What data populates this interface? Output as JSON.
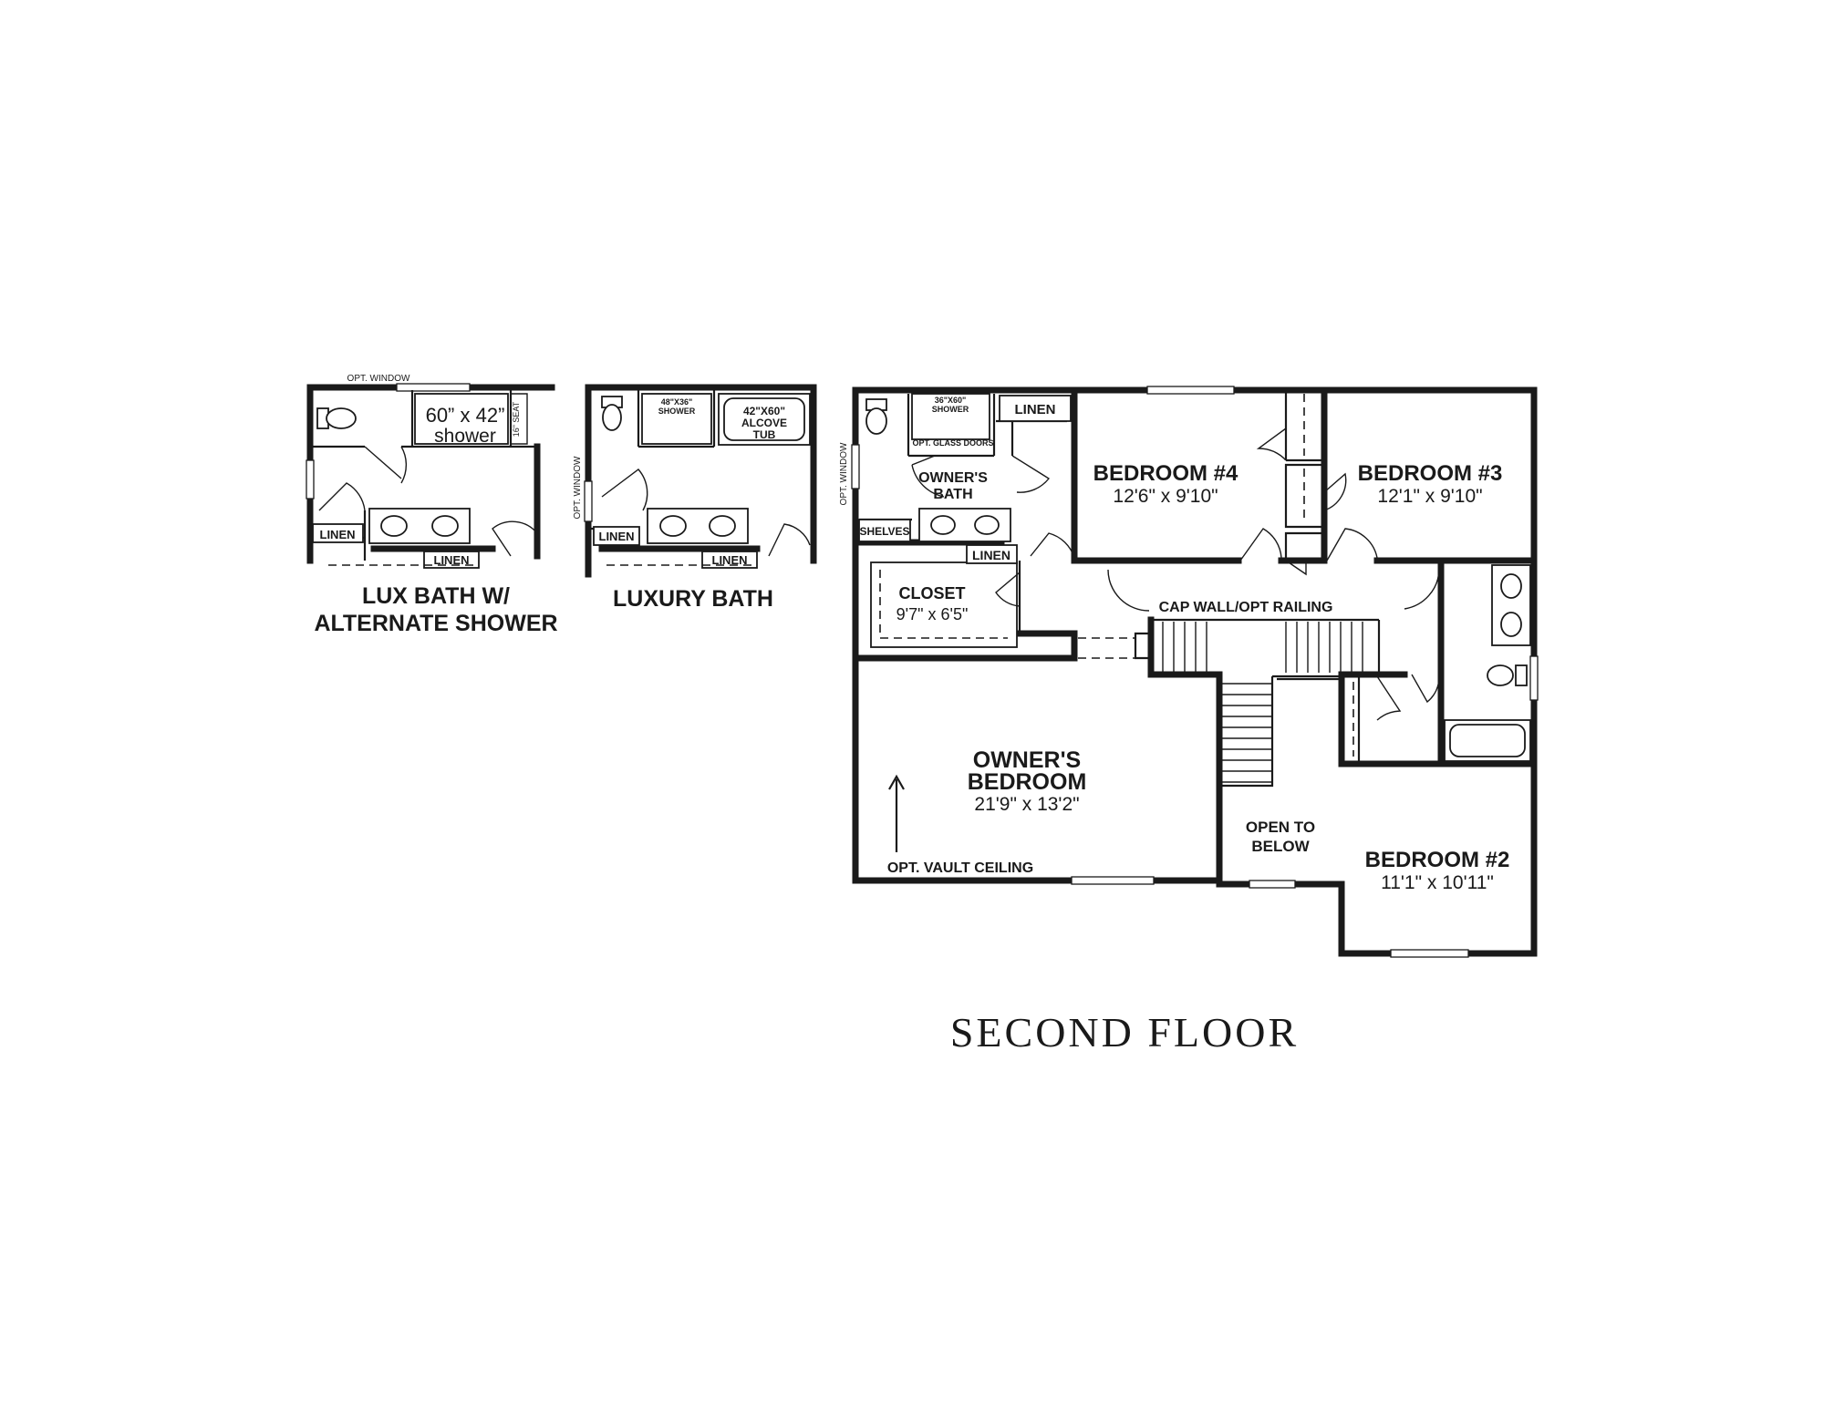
{
  "plan_title": "SECOND FLOOR",
  "options": {
    "lux_bath_alt": {
      "title_line1": "LUX BATH W/",
      "title_line2": "ALTERNATE SHOWER",
      "opt_window": "OPT. WINDOW",
      "shower_size": "60” x 42”",
      "shower_word": "shower",
      "seat": "16\" SEAT",
      "linen1": "LINEN",
      "linen2": "LINEN"
    },
    "luxury_bath": {
      "title": "LUXURY BATH",
      "opt_window": "OPT. WINDOW",
      "shower_size": "48\"X36\"",
      "shower_word": "SHOWER",
      "tub_line1": "42\"X60\"",
      "tub_line2": "ALCOVE",
      "tub_line3": "TUB",
      "linen1": "LINEN",
      "linen2": "LINEN"
    }
  },
  "rooms": {
    "owners_bath": {
      "line1": "OWNER'S",
      "line2": "BATH",
      "shower_size": "36\"X60\"",
      "shower_word": "SHOWER",
      "glass_doors": "OPT. GLASS DOORS",
      "shelves": "SHELVES",
      "opt_window": "OPT. WINDOW"
    },
    "linen_top": "LINEN",
    "linen_closet": "LINEN",
    "closet": {
      "name": "CLOSET",
      "size": "9'7\" x 6'5\""
    },
    "bedroom4": {
      "name": "BEDROOM #4",
      "size": "12'6\" x 9'10\""
    },
    "bedroom3": {
      "name": "BEDROOM #3",
      "size": "12'1\" x 9'10\""
    },
    "owners_bedroom": {
      "line1": "OWNER'S",
      "line2": "BEDROOM",
      "size": "21'9\" x 13'2\"",
      "vault": "OPT. VAULT CEILING"
    },
    "cap_wall": "CAP WALL/OPT RAILING",
    "open_below": {
      "line1": "OPEN TO",
      "line2": "BELOW"
    },
    "bedroom2": {
      "name": "BEDROOM #2",
      "size": "11'1\" x 10'11\""
    }
  }
}
